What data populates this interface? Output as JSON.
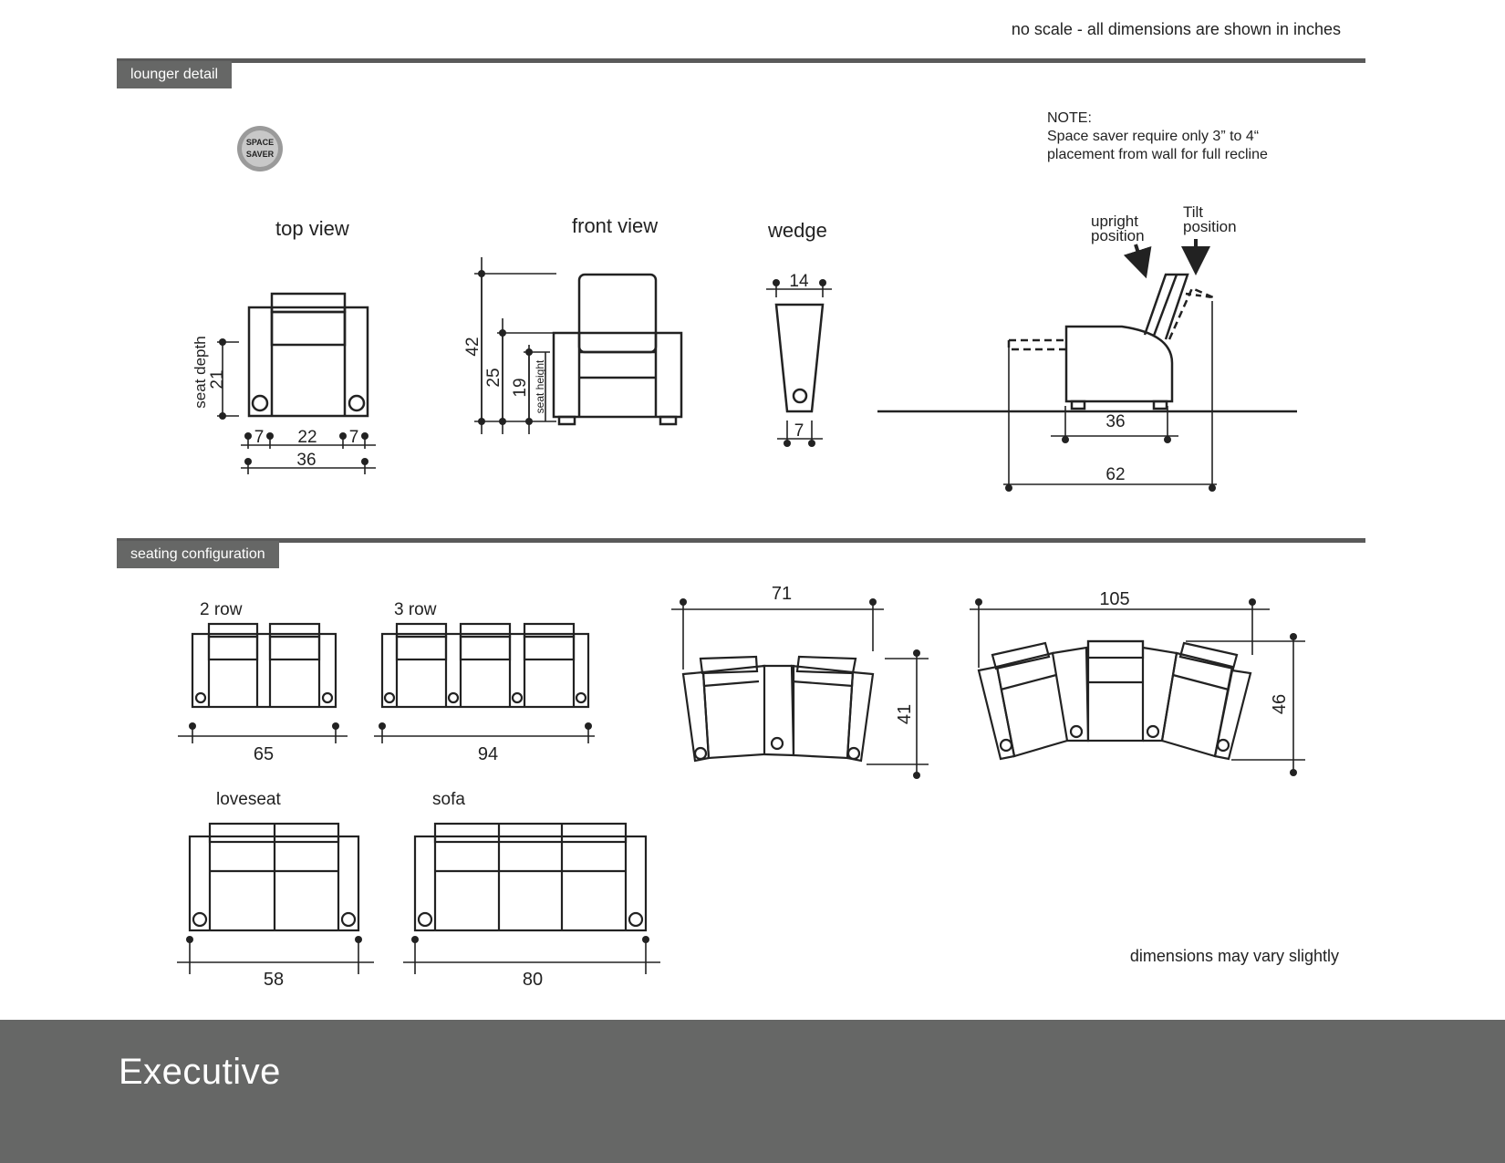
{
  "header_note": "no scale - all dimensions are shown in inches",
  "sections": {
    "lounger": "lounger detail",
    "seating": "seating configuration"
  },
  "badge_text": "SPACE SAVER",
  "note": {
    "title": "NOTE:",
    "line1": "Space saver require only 3” to 4“",
    "line2": "placement from wall for full recline"
  },
  "views": {
    "top": "top view",
    "front": "front view",
    "wedge": "wedge"
  },
  "recline": {
    "upright_1": "upright",
    "upright_2": "position",
    "tilt_1": "Tilt",
    "tilt_2": "position"
  },
  "dimensions": {
    "top_seat_depth_label": "seat depth",
    "top_seat_depth": "21",
    "top_arm_left": "7",
    "top_seat_width": "22",
    "top_arm_right": "7",
    "top_total": "36",
    "front_height": "42",
    "front_arm_height": "25",
    "front_seat_height": "19",
    "front_seat_height_label": "seat height",
    "wedge_top": "14",
    "wedge_bottom": "7",
    "side_depth": "36",
    "side_recline": "62",
    "row2": "65",
    "row3": "94",
    "loveseat": "58",
    "sofa": "80",
    "curve2_width": "71",
    "curve2_depth": "41",
    "curve3_width": "105",
    "curve3_depth": "46"
  },
  "config_labels": {
    "row2": "2 row",
    "row3": "3 row",
    "loveseat": "loveseat",
    "sofa": "sofa"
  },
  "disclaimer": "dimensions may vary slightly",
  "footer_title": "Executive"
}
